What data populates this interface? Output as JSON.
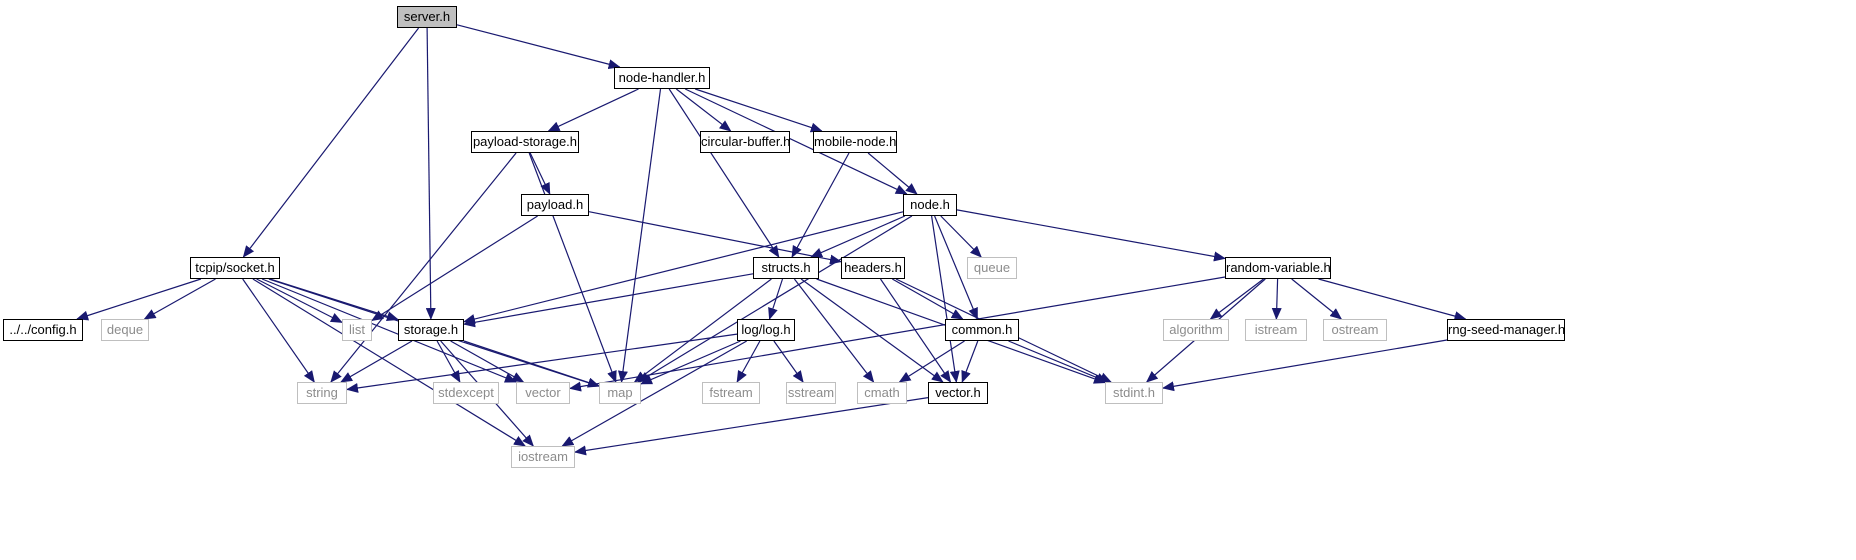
{
  "colors": {
    "edge": "#191970",
    "root_fill": "#bfbfbf",
    "documented_border": "#000000",
    "external_border": "#bfbfbf",
    "external_text": "#8c8c8c"
  },
  "nodes": [
    {
      "id": "server",
      "label": "server.h",
      "kind": "root"
    },
    {
      "id": "node-handler",
      "label": "node-handler.h",
      "kind": "documented"
    },
    {
      "id": "payload-storage",
      "label": "payload-storage.h",
      "kind": "documented"
    },
    {
      "id": "circular-buffer",
      "label": "circular-buffer.h",
      "kind": "documented"
    },
    {
      "id": "mobile-node",
      "label": "mobile-node.h",
      "kind": "documented"
    },
    {
      "id": "payload",
      "label": "payload.h",
      "kind": "documented"
    },
    {
      "id": "node",
      "label": "node.h",
      "kind": "documented"
    },
    {
      "id": "tcpip-socket",
      "label": "tcpip/socket.h",
      "kind": "documented"
    },
    {
      "id": "structs",
      "label": "structs.h",
      "kind": "documented"
    },
    {
      "id": "headers",
      "label": "headers.h",
      "kind": "documented"
    },
    {
      "id": "queue",
      "label": "queue",
      "kind": "external"
    },
    {
      "id": "random-variable",
      "label": "random-variable.h",
      "kind": "documented"
    },
    {
      "id": "config",
      "label": "../../config.h",
      "kind": "documented"
    },
    {
      "id": "deque",
      "label": "deque",
      "kind": "external"
    },
    {
      "id": "list",
      "label": "list",
      "kind": "external"
    },
    {
      "id": "storage",
      "label": "storage.h",
      "kind": "documented"
    },
    {
      "id": "log",
      "label": "log/log.h",
      "kind": "documented"
    },
    {
      "id": "common",
      "label": "common.h",
      "kind": "documented"
    },
    {
      "id": "algorithm",
      "label": "algorithm",
      "kind": "external"
    },
    {
      "id": "istream",
      "label": "istream",
      "kind": "external"
    },
    {
      "id": "ostream",
      "label": "ostream",
      "kind": "external"
    },
    {
      "id": "rng-seed-manager",
      "label": "rng-seed-manager.h",
      "kind": "documented"
    },
    {
      "id": "string",
      "label": "string",
      "kind": "external"
    },
    {
      "id": "stdexcept",
      "label": "stdexcept",
      "kind": "external"
    },
    {
      "id": "vector-std",
      "label": "vector",
      "kind": "external"
    },
    {
      "id": "map",
      "label": "map",
      "kind": "external"
    },
    {
      "id": "fstream",
      "label": "fstream",
      "kind": "external"
    },
    {
      "id": "sstream",
      "label": "sstream",
      "kind": "external"
    },
    {
      "id": "cmath",
      "label": "cmath",
      "kind": "external"
    },
    {
      "id": "vector-h",
      "label": "vector.h",
      "kind": "documented"
    },
    {
      "id": "stdint",
      "label": "stdint.h",
      "kind": "external"
    },
    {
      "id": "iostream",
      "label": "iostream",
      "kind": "external"
    }
  ],
  "edges": [
    [
      "server",
      "node-handler"
    ],
    [
      "server",
      "tcpip-socket"
    ],
    [
      "server",
      "storage"
    ],
    [
      "node-handler",
      "payload-storage"
    ],
    [
      "node-handler",
      "circular-buffer"
    ],
    [
      "node-handler",
      "mobile-node"
    ],
    [
      "node-handler",
      "node"
    ],
    [
      "node-handler",
      "structs"
    ],
    [
      "node-handler",
      "map"
    ],
    [
      "payload-storage",
      "payload"
    ],
    [
      "payload-storage",
      "string"
    ],
    [
      "payload-storage",
      "map"
    ],
    [
      "payload",
      "headers"
    ],
    [
      "payload",
      "list"
    ],
    [
      "mobile-node",
      "node"
    ],
    [
      "mobile-node",
      "structs"
    ],
    [
      "node",
      "queue"
    ],
    [
      "node",
      "random-variable"
    ],
    [
      "node",
      "structs"
    ],
    [
      "node",
      "storage"
    ],
    [
      "node",
      "common"
    ],
    [
      "node",
      "vector-h"
    ],
    [
      "node",
      "map"
    ],
    [
      "tcpip-socket",
      "config"
    ],
    [
      "tcpip-socket",
      "deque"
    ],
    [
      "tcpip-socket",
      "list"
    ],
    [
      "tcpip-socket",
      "storage"
    ],
    [
      "tcpip-socket",
      "string"
    ],
    [
      "tcpip-socket",
      "vector-std"
    ],
    [
      "tcpip-socket",
      "map"
    ],
    [
      "tcpip-socket",
      "iostream"
    ],
    [
      "structs",
      "storage"
    ],
    [
      "structs",
      "log"
    ],
    [
      "structs",
      "map"
    ],
    [
      "structs",
      "cmath"
    ],
    [
      "structs",
      "vector-h"
    ],
    [
      "structs",
      "stdint"
    ],
    [
      "headers",
      "common"
    ],
    [
      "headers",
      "vector-h"
    ],
    [
      "headers",
      "stdint"
    ],
    [
      "random-variable",
      "algorithm"
    ],
    [
      "random-variable",
      "istream"
    ],
    [
      "random-variable",
      "ostream"
    ],
    [
      "random-variable",
      "rng-seed-manager"
    ],
    [
      "random-variable",
      "vector-std"
    ],
    [
      "random-variable",
      "stdint"
    ],
    [
      "rng-seed-manager",
      "stdint"
    ],
    [
      "storage",
      "string"
    ],
    [
      "storage",
      "stdexcept"
    ],
    [
      "storage",
      "vector-std"
    ],
    [
      "storage",
      "map"
    ],
    [
      "storage",
      "iostream"
    ],
    [
      "log",
      "string"
    ],
    [
      "log",
      "map"
    ],
    [
      "log",
      "fstream"
    ],
    [
      "log",
      "sstream"
    ],
    [
      "log",
      "iostream"
    ],
    [
      "common",
      "cmath"
    ],
    [
      "common",
      "vector-h"
    ],
    [
      "common",
      "stdint"
    ],
    [
      "vector-h",
      "iostream"
    ]
  ]
}
